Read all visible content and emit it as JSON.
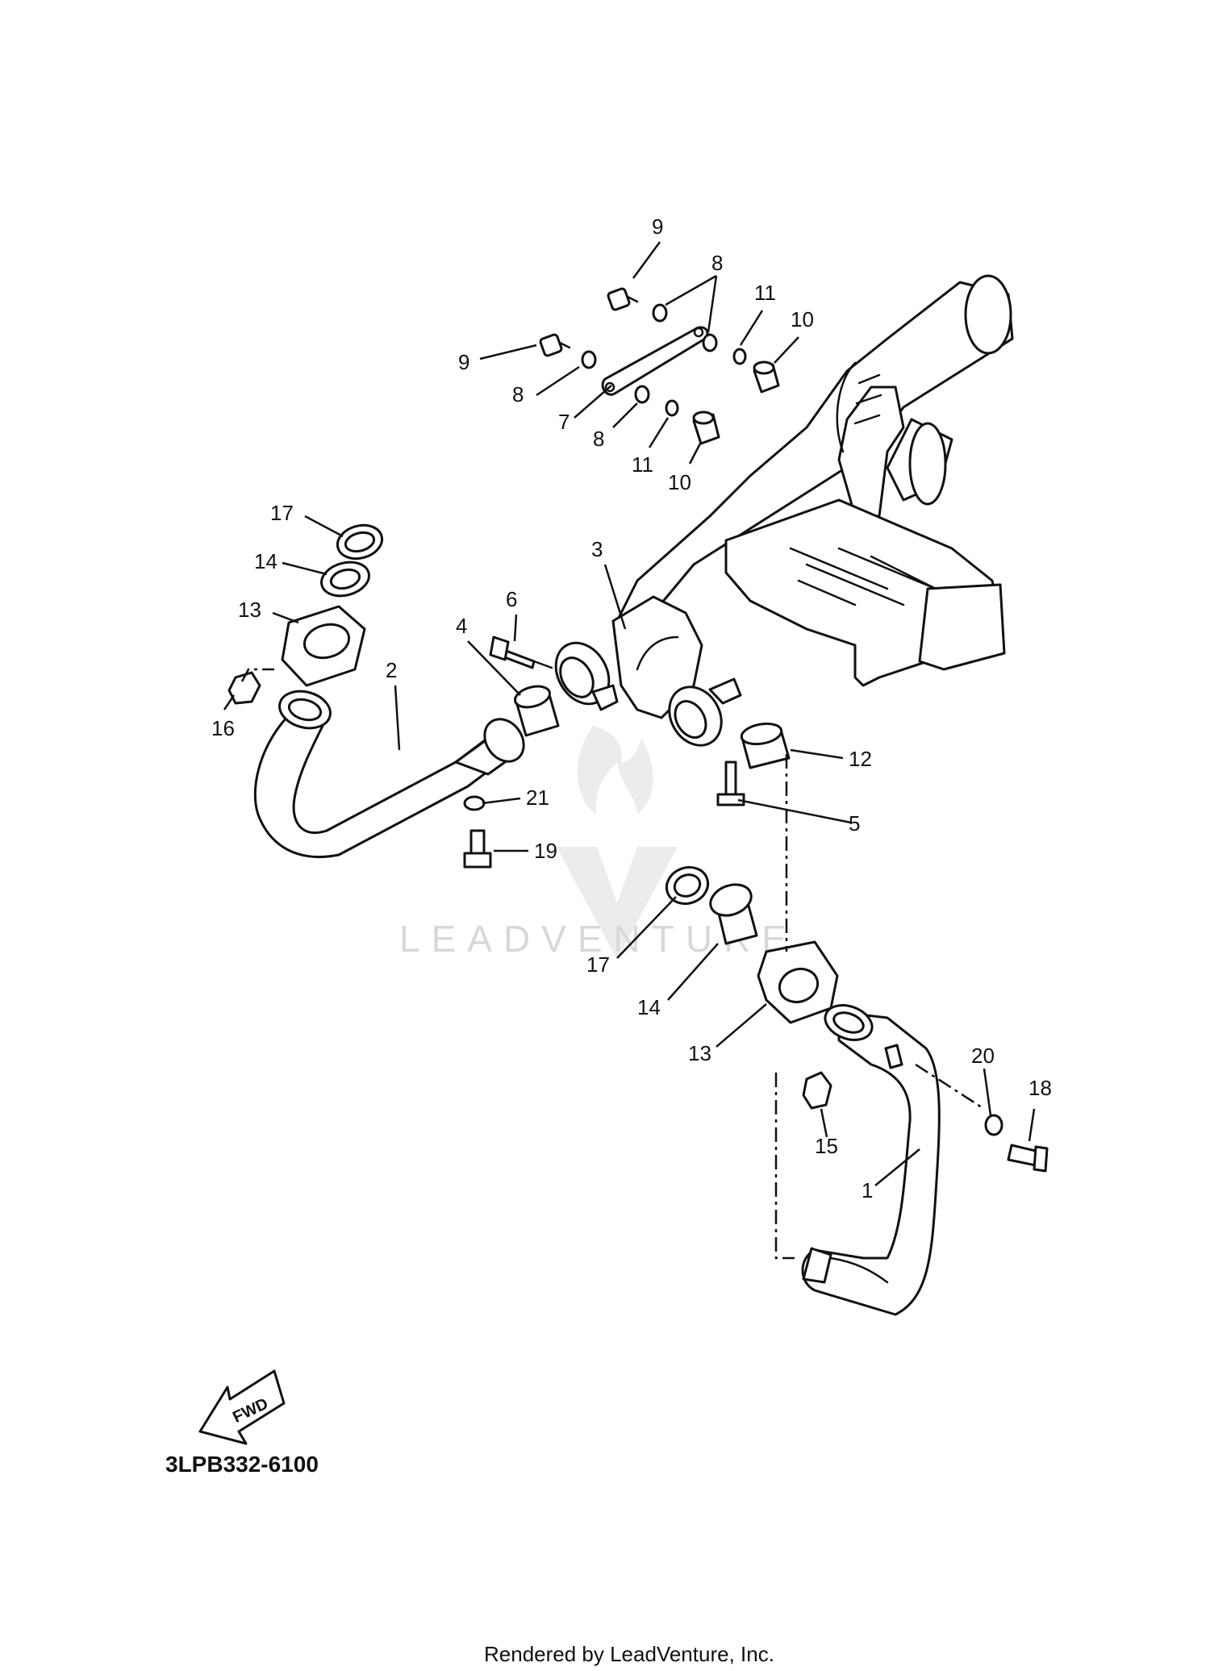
{
  "diagram_code": "3LPB332-6100",
  "credit": "Rendered by LeadVenture, Inc.",
  "watermark": "LEADVENTURE",
  "direction_badge": "FWD",
  "callouts": [
    "9",
    "8",
    "11",
    "10",
    "9",
    "8",
    "7",
    "8",
    "11",
    "10",
    "17",
    "14",
    "13",
    "16",
    "2",
    "4",
    "6",
    "3",
    "12",
    "5",
    "21",
    "19",
    "17",
    "14",
    "13",
    "20",
    "18",
    "15",
    "1"
  ]
}
